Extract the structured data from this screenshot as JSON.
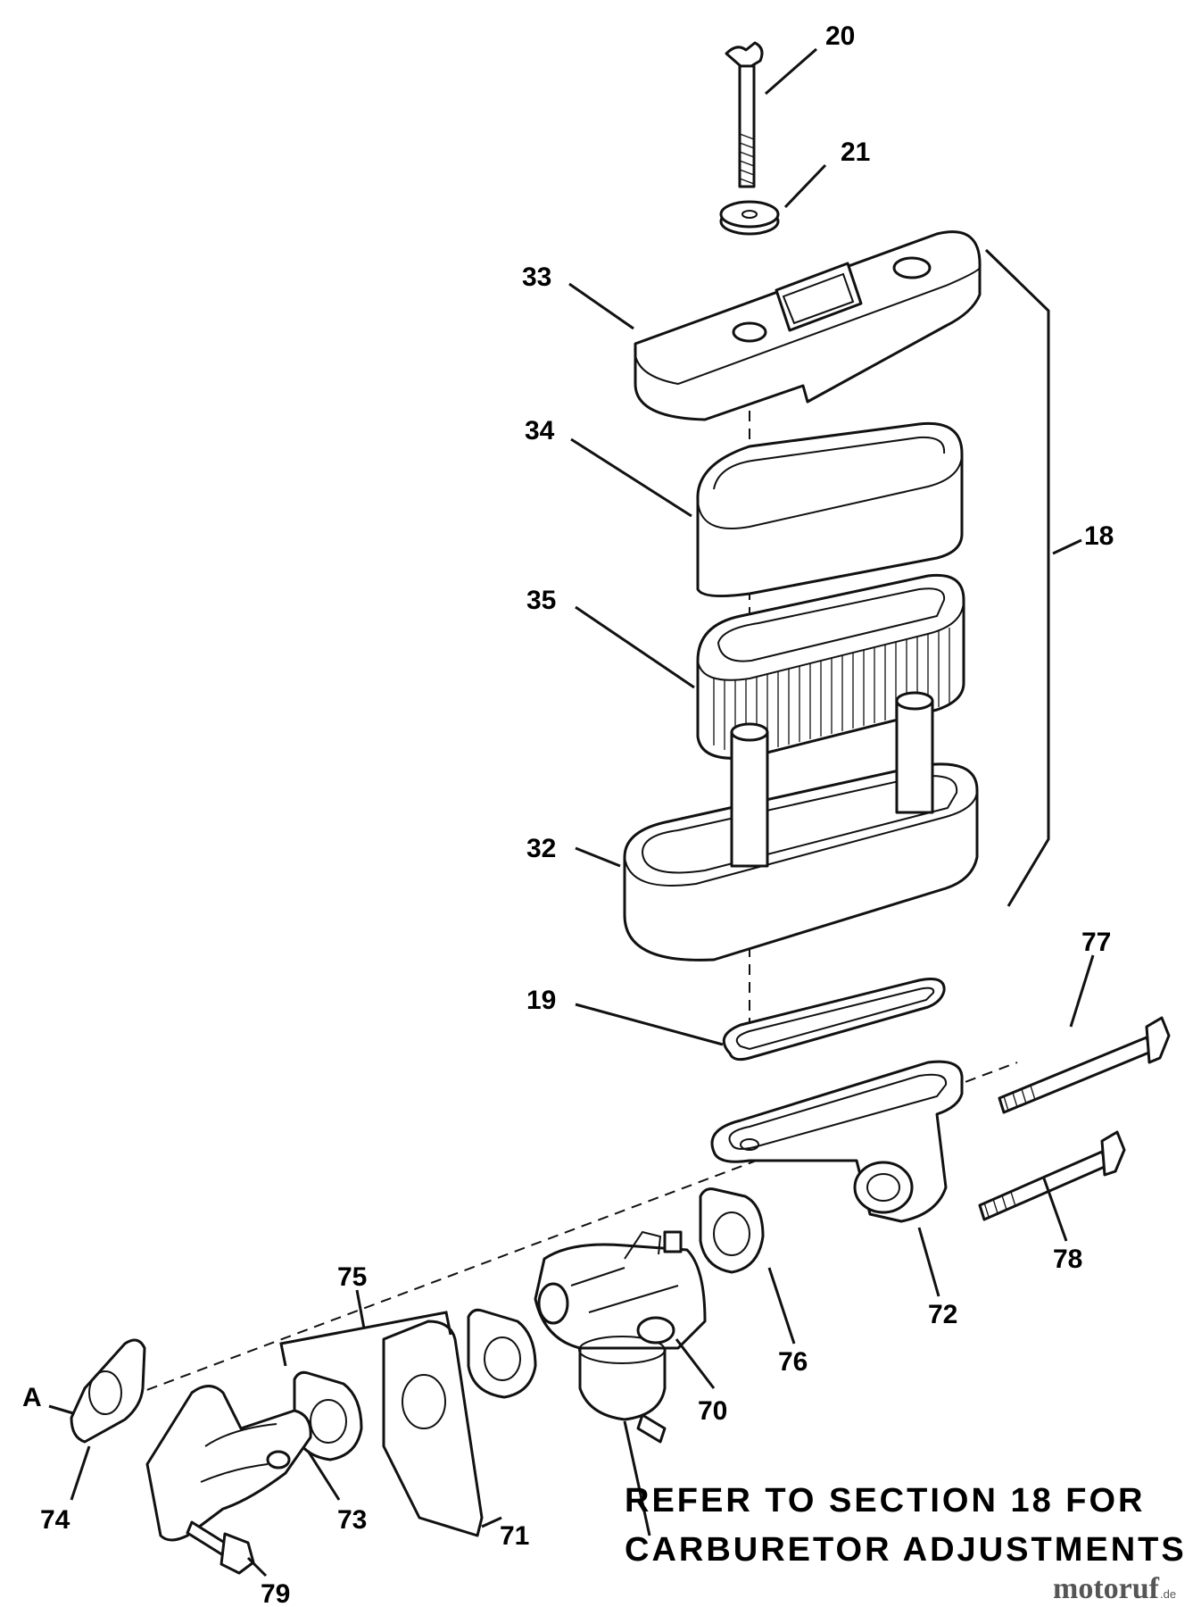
{
  "callouts": [
    {
      "id": "c20",
      "text": "20"
    },
    {
      "id": "c21",
      "text": "21"
    },
    {
      "id": "c33",
      "text": "33"
    },
    {
      "id": "c34",
      "text": "34"
    },
    {
      "id": "c18",
      "text": "18"
    },
    {
      "id": "c35",
      "text": "35"
    },
    {
      "id": "c32",
      "text": "32"
    },
    {
      "id": "c77",
      "text": "77"
    },
    {
      "id": "c19",
      "text": "19"
    },
    {
      "id": "c78",
      "text": "78"
    },
    {
      "id": "c72",
      "text": "72"
    },
    {
      "id": "c75",
      "text": "75"
    },
    {
      "id": "c76",
      "text": "76"
    },
    {
      "id": "c70",
      "text": "70"
    },
    {
      "id": "cA",
      "text": "A"
    },
    {
      "id": "c74",
      "text": "74"
    },
    {
      "id": "c73",
      "text": "73"
    },
    {
      "id": "c71",
      "text": "71"
    },
    {
      "id": "c79",
      "text": "79"
    }
  ],
  "note": {
    "line1": "REFER TO SECTION 18 FOR",
    "line2": "CARBURETOR ADJUSTMENTS"
  },
  "watermark": {
    "brand": "motoruf",
    "suffix": ".de"
  }
}
